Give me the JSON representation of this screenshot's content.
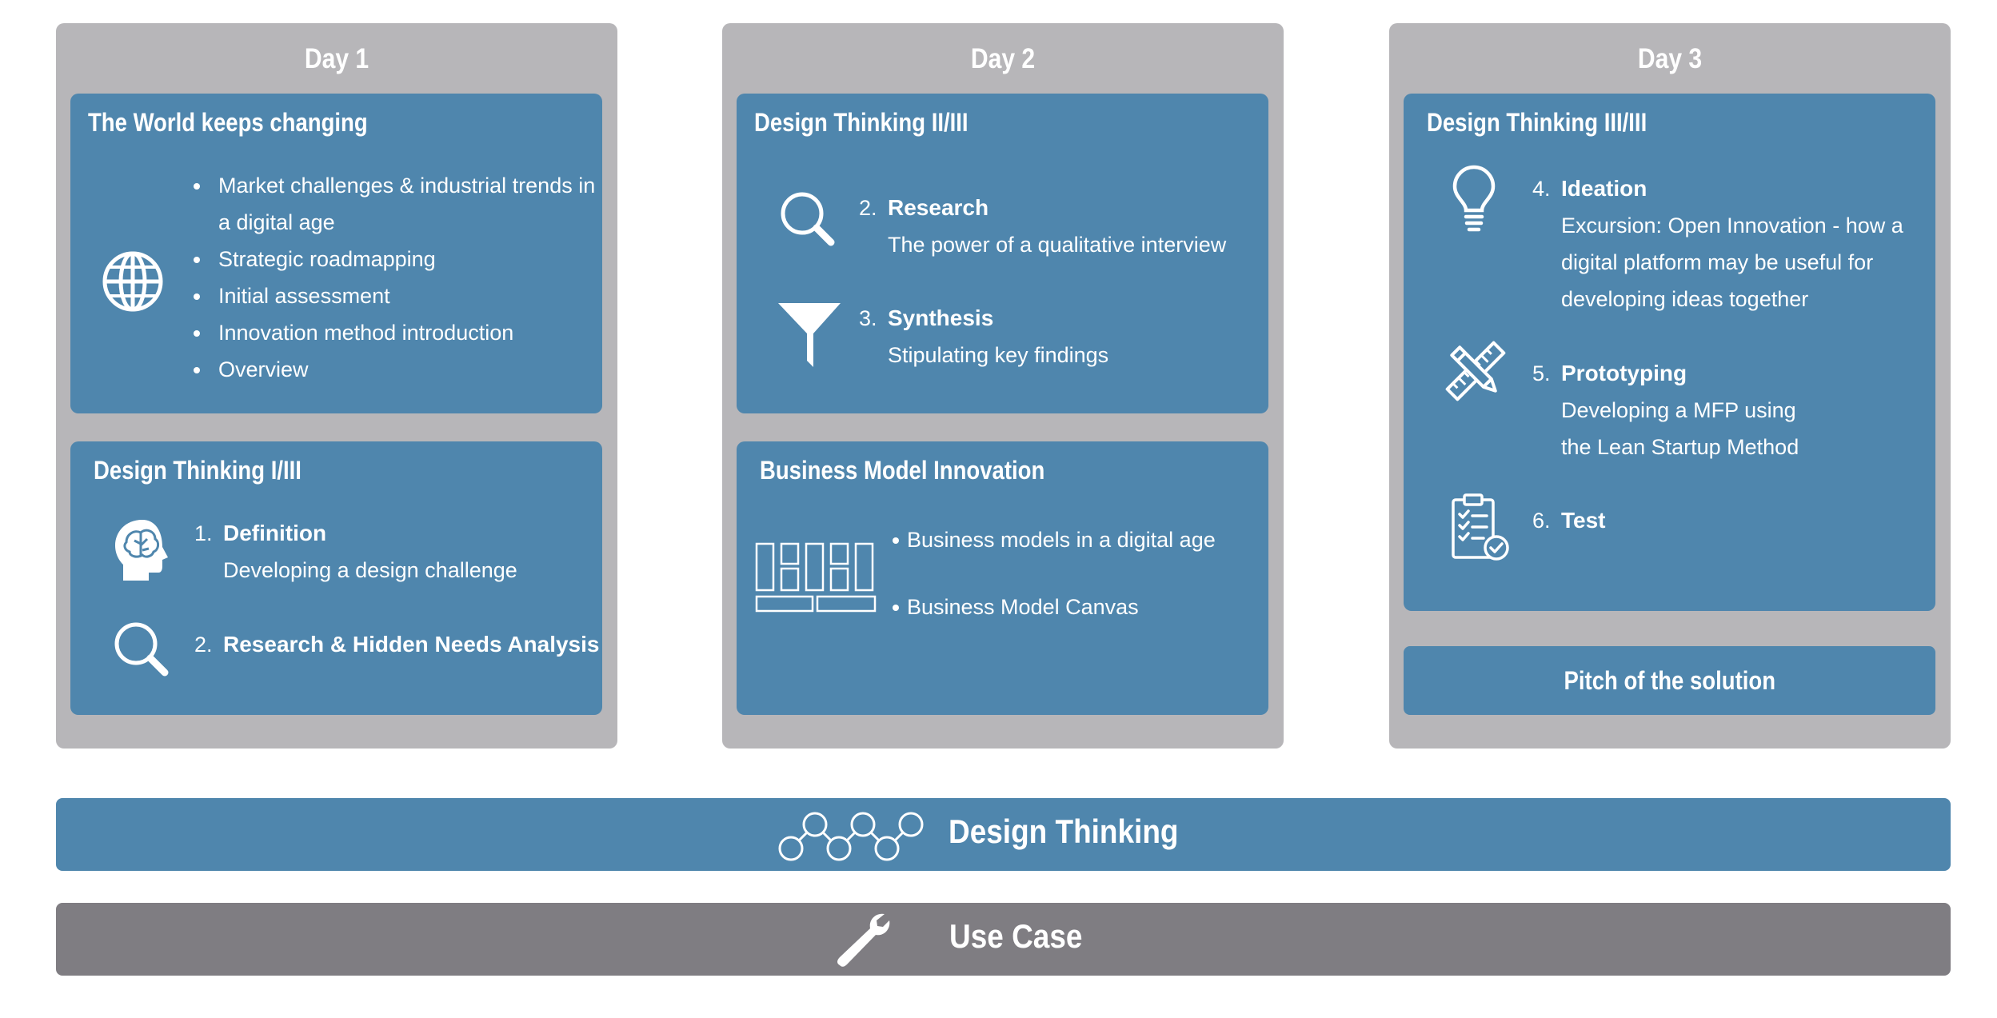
{
  "days": [
    {
      "title": "Day 1",
      "world": {
        "title": "The World keeps changing",
        "bullets": [
          "Market challenges & industrial trends in a digital age",
          "Strategic roadmapping",
          "Initial assessment",
          "Innovation method introduction",
          "Overview"
        ],
        "icon": "globe-icon"
      },
      "dt1": {
        "title": "Design Thinking I/III",
        "steps": [
          {
            "num": "1.",
            "title": "Definition",
            "desc": "Developing a design challenge",
            "icon": "brain-head-icon"
          },
          {
            "num": "2.",
            "title": "Research & Hidden Needs Analysis",
            "icon": "magnifier-icon"
          }
        ]
      }
    },
    {
      "title": "Day 2",
      "dt2": {
        "title": "Design Thinking II/III",
        "steps": [
          {
            "num": "2.",
            "title": "Research",
            "desc": "The power of a qualitative interview",
            "icon": "magnifier-icon"
          },
          {
            "num": "3.",
            "title": "Synthesis",
            "desc": "Stipulating key findings",
            "icon": "funnel-icon"
          }
        ]
      },
      "bmi": {
        "title": "Business Model Innovation",
        "bullets": [
          "Business models in a digital age",
          "Business Model Canvas"
        ],
        "icon": "business-model-canvas-icon"
      }
    },
    {
      "title": "Day 3",
      "dt3": {
        "title": "Design Thinking III/III",
        "steps": [
          {
            "num": "4.",
            "title": "Ideation",
            "desc": "Excursion: Open Innovation -  how a digital platform may be useful for developing ideas together",
            "icon": "lightbulb-icon"
          },
          {
            "num": "5.",
            "title": "Prototyping",
            "desc": "Developing a MFP using the Lean Startup Method",
            "icon": "pencil-ruler-icon"
          },
          {
            "num": "6.",
            "title": "Test",
            "icon": "checklist-icon"
          }
        ]
      },
      "pitch": "Pitch of the solution"
    }
  ],
  "design_thinking_bar": {
    "label": "Design Thinking",
    "icon": "network-nodes-icon",
    "color": "#4f86ad"
  },
  "use_case_bar": {
    "label": "Use Case",
    "icon": "wrench-icon",
    "color": "#7f7d82"
  },
  "colors": {
    "column_bg": "#b7b6b9",
    "card_bg": "#4f86ad",
    "text": "#ffffff"
  }
}
